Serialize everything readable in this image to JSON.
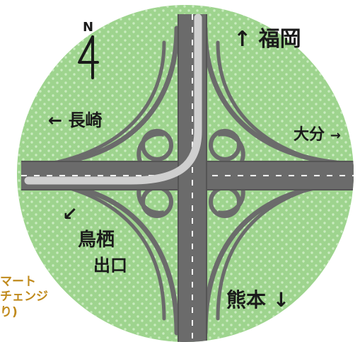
{
  "compass": {
    "letter": "N",
    "icon": "north-arrow-icon"
  },
  "directions": {
    "north": {
      "label": "福岡",
      "arrow": "↑"
    },
    "east": {
      "label": "大分",
      "arrow": "→"
    },
    "west": {
      "label": "長崎",
      "arrow": "←"
    },
    "southwest": {
      "label_line1": "鳥栖",
      "label_line2": "出口",
      "arrow": "↙"
    },
    "south": {
      "label": "熊本",
      "arrow": "↓"
    }
  },
  "side_caption": {
    "line1": "マート",
    "line2": "チェンジ",
    "line3": "り)"
  },
  "colors": {
    "circle": "#9ed48e",
    "dots": "#c9ebbf",
    "road": "#6b6b6b",
    "road_edge": "#555555",
    "highlight": "#cfcfcf",
    "caption": "#c08a1c"
  }
}
